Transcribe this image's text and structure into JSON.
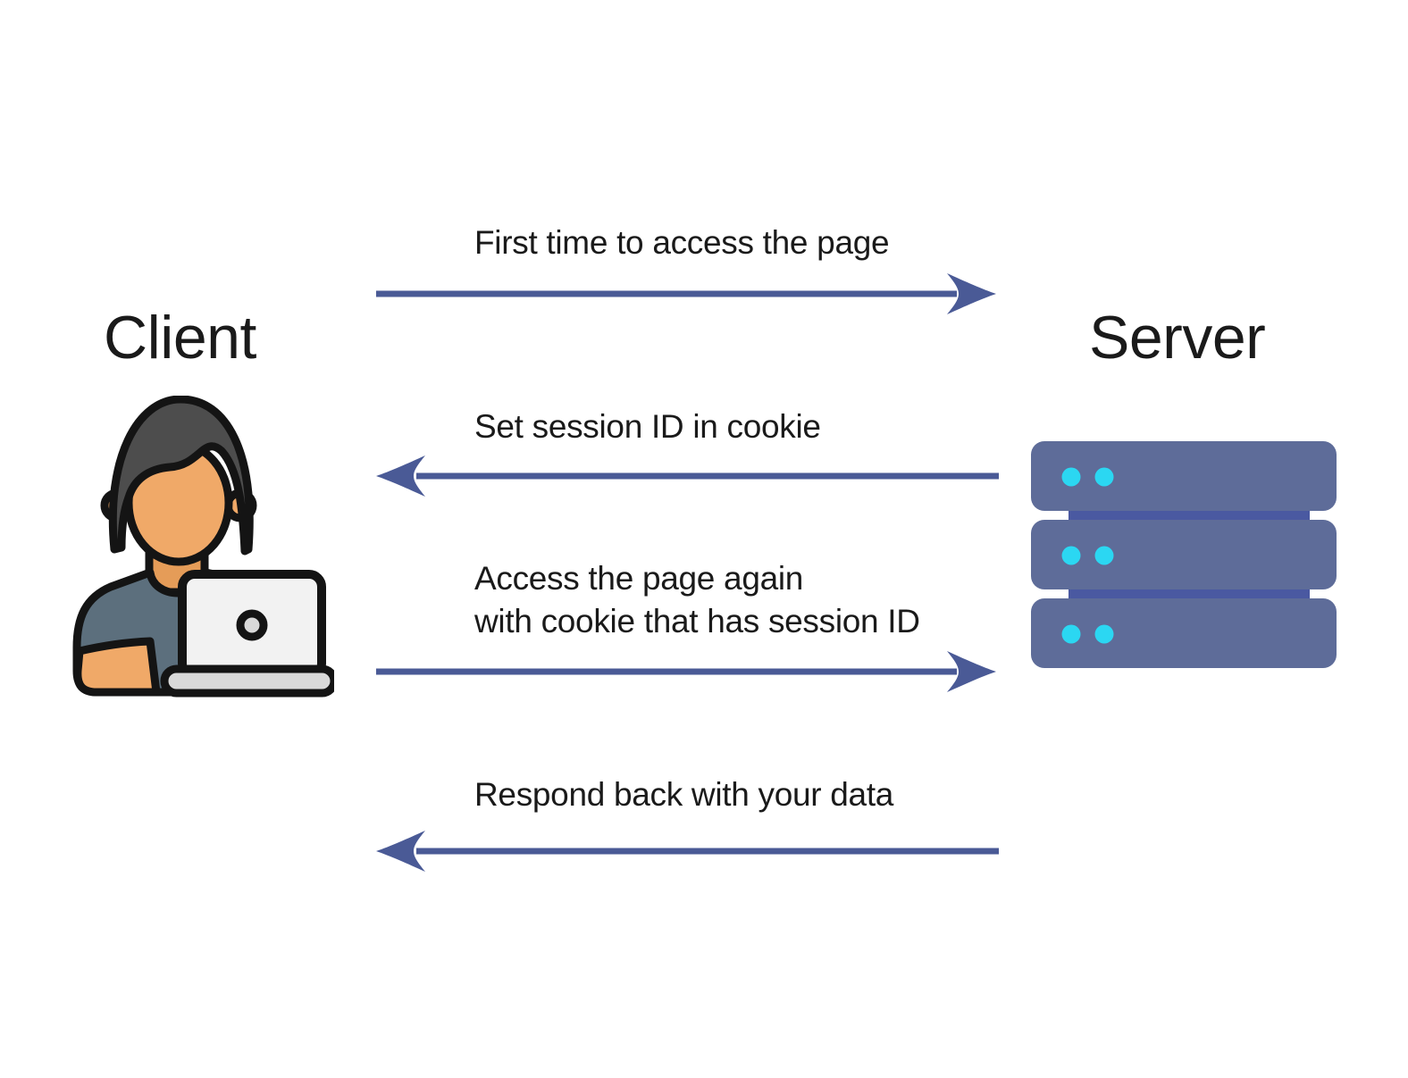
{
  "colors": {
    "arrow": "#4a5a96",
    "text": "#1a1a1a",
    "server-body": "#5e6c99",
    "server-connector": "#4a59a1",
    "server-led": "#2bd7f2",
    "skin": "#f0a968",
    "skin-shade": "#e59c58",
    "hair": "#4d4d4d",
    "shirt": "#5c6f7d",
    "laptop": "#f2f2f2",
    "laptop-base": "#d9d9d9",
    "outline": "#141414"
  },
  "client": {
    "label": "Client"
  },
  "server": {
    "label": "Server"
  },
  "messages": [
    {
      "label": "First time to access the page",
      "direction": "right",
      "from": "Client",
      "to": "Server"
    },
    {
      "label": "Set session ID in cookie",
      "direction": "left",
      "from": "Server",
      "to": "Client"
    },
    {
      "lines": [
        "Access the page again",
        "with cookie that has session ID"
      ],
      "direction": "right",
      "from": "Client",
      "to": "Server"
    },
    {
      "label": "Respond back with your data",
      "direction": "left",
      "from": "Server",
      "to": "Client"
    }
  ]
}
